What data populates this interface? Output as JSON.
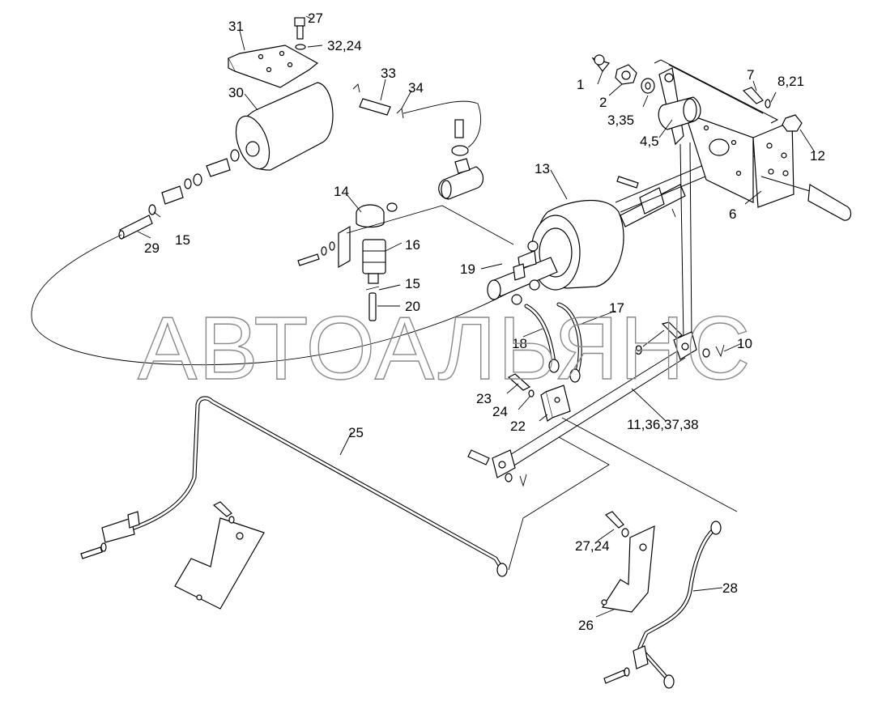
{
  "watermark": "АВТОАЛЬЯНС",
  "callouts": {
    "c1": "1",
    "c2": "2",
    "c335": "3,35",
    "c45": "4,5",
    "c6": "6",
    "c7": "7",
    "c821": "8,21",
    "c9": "9",
    "c10": "10",
    "c11": "11,36,37,38",
    "c12": "12",
    "c13": "13",
    "c14": "14",
    "c15a": "15",
    "c15b": "15",
    "c16": "16",
    "c17": "17",
    "c18": "18",
    "c19": "19",
    "c20": "20",
    "c22": "22",
    "c23": "23",
    "c24": "24",
    "c25": "25",
    "c26": "26",
    "c2724": "27,24",
    "c27": "27",
    "c28": "28",
    "c29": "29",
    "c30": "30",
    "c31": "31",
    "c3224": "32,24",
    "c33": "33",
    "c34": "34"
  }
}
